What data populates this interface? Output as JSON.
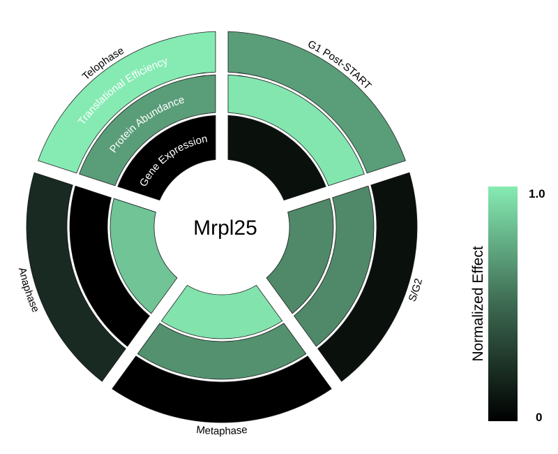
{
  "chart_data": {
    "type": "radial-heatmap",
    "title": "Mrpl25",
    "phases": [
      "G1 Post-START",
      "S/G2",
      "Metaphase",
      "Anaphase",
      "Telophase"
    ],
    "rings": [
      "Gene Expression",
      "Protein Abundance",
      "Translational Efficiency"
    ],
    "values": {
      "Gene Expression": [
        0.08,
        0.62,
        0.97,
        0.85,
        0.0
      ],
      "Protein Abundance": [
        0.98,
        0.62,
        0.65,
        0.0,
        0.7
      ],
      "Translational Efficiency": [
        0.7,
        0.08,
        0.0,
        0.2,
        1.0
      ]
    },
    "colorbar": {
      "title": "Normalized Effect",
      "min_label": "0",
      "max_label": "1.0",
      "range": [
        0,
        1
      ],
      "low_color": "#000000",
      "high_color": "#86ebb3"
    }
  }
}
